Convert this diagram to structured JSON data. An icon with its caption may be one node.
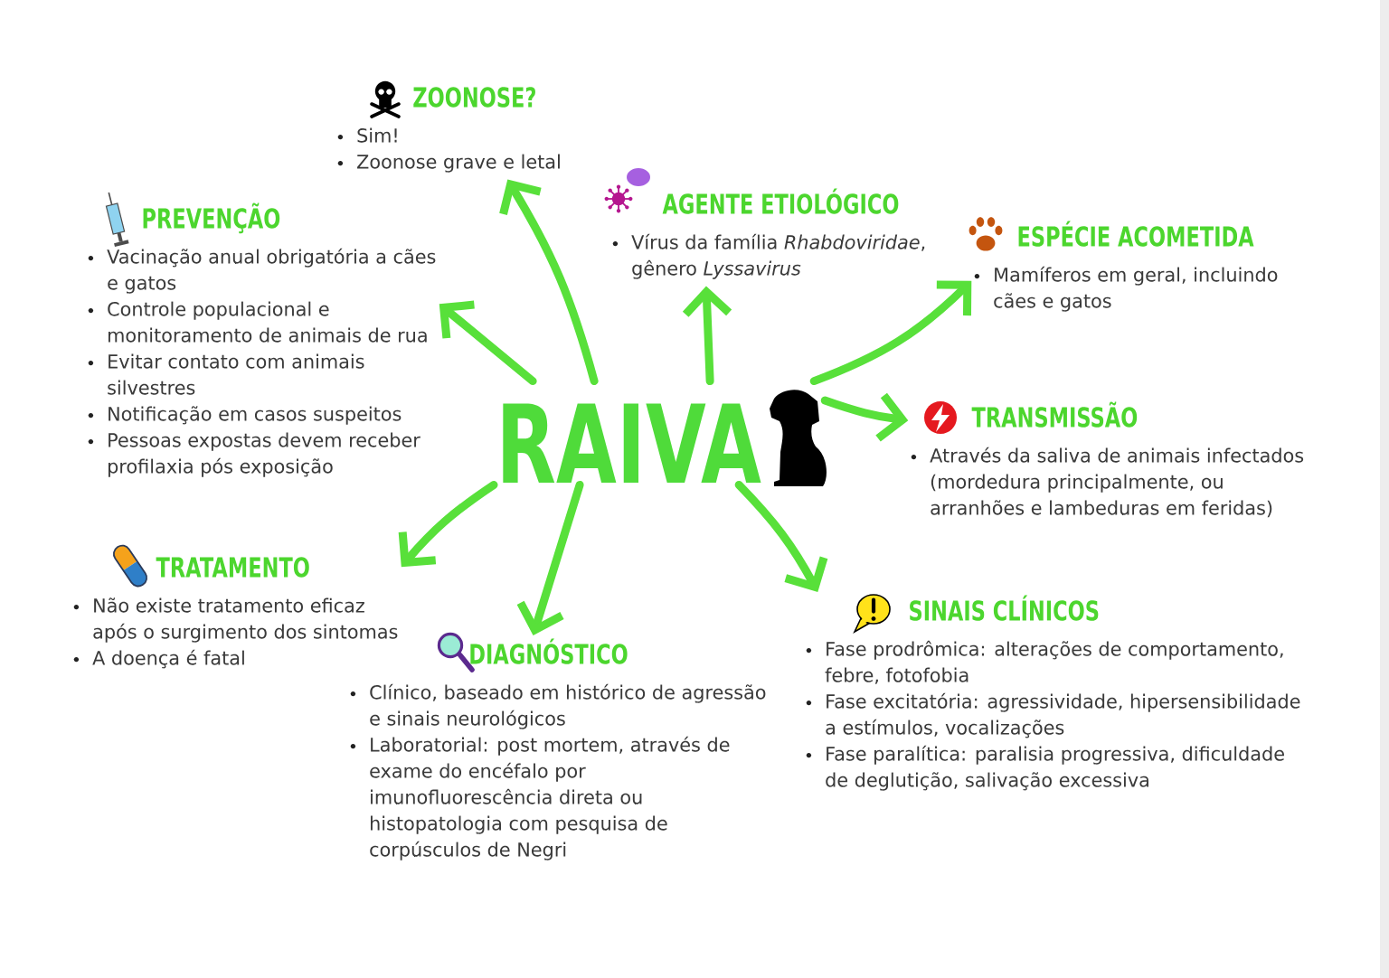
{
  "diagram": {
    "nodes": [
      {
        "text": [
          "RAIVA"
        ]
      },
      {
        "text": [
          "ZOONOSE?",
          "Sim!",
          "Zoonose grave e letal"
        ]
      },
      {
        "text": [
          "AGENTE ETIOLÓGICO",
          "Vírus da família *Rhabdoviridae*, gênero *Lyssavirus*"
        ]
      },
      {
        "text": [
          "ESPÉCIE ACOMETIDA",
          "Mamíferos em geral, incluindo cães e gatos"
        ]
      },
      {
        "text": [
          "TRANSMISSÃO",
          "Através da saliva de animais infectados (mordedura principalmente, ou arranhões e lambeduras em feridas)"
        ]
      },
      {
        "text": [
          "SINAIS CLÍNICOS",
          "Fase prodrômica: alterações de comportamento, febre, fotofobia",
          "Fase excitatória: agressividade, hipersensibilidade a estímulos, vocalizações",
          "Fase paralítica: paralisia progressiva, dificuldade de deglutição, salivação excessiva"
        ]
      },
      {
        "text": [
          "DIAGNÓSTICO",
          "Clínico, baseado em histórico de agressão e sinais neurológicos",
          "Laboratorial: post mortem, através de exame do encéfalo por imunofluorescência direta ou histopatologia com pesquisa de corpúsculos de Negri"
        ]
      },
      {
        "text": [
          "TRATAMENTO",
          "Não existe tratamento eficaz após o surgimento dos sintomas",
          "A doença é fatal"
        ]
      },
      {
        "text": [
          "PREVENÇÃO",
          "Vacinação anual obrigatória a cães e gatos",
          "Controle populacional e monitoramento de animais de rua",
          "Evitar contato com animais silvestres",
          "Notificação em casos suspeitos",
          "Pessoas expostas devem receber profilaxia pós exposição"
        ]
      }
    ],
    "edges": [
      {
        "from": 0,
        "to": 1,
        "arrow": "to"
      },
      {
        "from": 0,
        "to": 8,
        "arrow": "to"
      },
      {
        "from": 0,
        "to": 2,
        "arrow": "to"
      },
      {
        "from": 0,
        "to": 3,
        "arrow": "to"
      },
      {
        "from": 0,
        "to": 4,
        "arrow": "to"
      },
      {
        "from": 0,
        "to": 5,
        "arrow": "to"
      },
      {
        "from": 0,
        "to": 6,
        "arrow": "to"
      },
      {
        "from": 0,
        "to": 7,
        "arrow": "to"
      }
    ]
  }
}
